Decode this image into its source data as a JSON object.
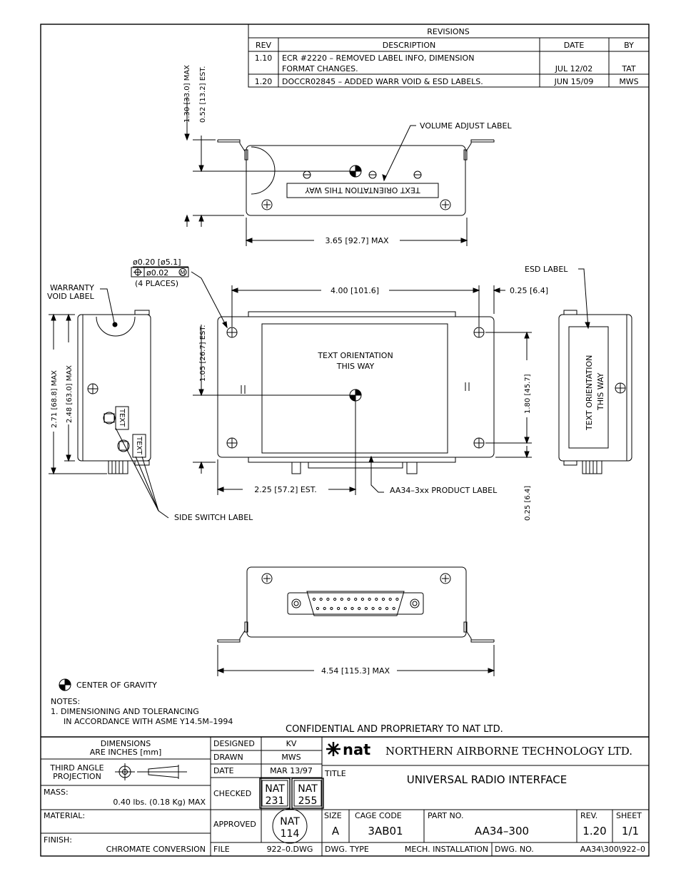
{
  "revisions": {
    "title": "REVISIONS",
    "headers": {
      "rev": "REV",
      "description": "DESCRIPTION",
      "date": "DATE",
      "by": "BY"
    },
    "rows": [
      {
        "rev": "1.10",
        "desc1": "ECR #2220 – REMOVED LABEL INFO, DIMENSION",
        "desc2": "FORMAT CHANGES.",
        "date": "JUL 12/02",
        "by": "TAT"
      },
      {
        "rev": "1.20",
        "desc1": "DOCCR02845 – ADDED WARR VOID & ESD LABELS.",
        "desc2": "",
        "date": "JUN 15/09",
        "by": "MWS"
      }
    ]
  },
  "top_view": {
    "dim_height_max": "1.30 [33.0] MAX",
    "dim_height_est": "0.52 [13.2] EST.",
    "volume_label": "VOLUME ADJUST LABEL",
    "text_orientation": "TEXT ORIENTATION THIS WAY",
    "dim_width": "3.65 [92.7] MAX"
  },
  "front_view": {
    "hole_dia": "ø0.20 [ø5.1]",
    "hole_tol": "ø0.02",
    "hole_tol_mod": "M",
    "hole_places": "(4 PLACES)",
    "dim_hole_spacing": "4.00 [101.6]",
    "dim_edge": "0.25 [6.4]",
    "dim_cg_height": "1.05 [26.7] EST.",
    "text_orientation_1": "TEXT ORIENTATION",
    "text_orientation_2": "THIS WAY",
    "dim_hole_vertical": "1.80 [45.7]",
    "dim_cg_x": "2.25 [57.2] EST.",
    "product_label": "AA34–3xx PRODUCT LABEL",
    "dim_bottom_edge": "0.25 [6.4]"
  },
  "left_view": {
    "warranty_1": "WARRANTY",
    "warranty_2": "VOID LABEL",
    "dim_total": "2.71 [68.8] MAX",
    "dim_body": "2.48 [63.0] MAX",
    "switch_text": "TEXT",
    "side_switch_label": "SIDE SWITCH LABEL"
  },
  "right_view": {
    "esd_label": "ESD LABEL",
    "text_1": "TEXT ORIENTATION",
    "text_2": "THIS WAY"
  },
  "bottom_view": {
    "dim_length": "4.54 [115.3] MAX"
  },
  "notes": {
    "cg_legend": "CENTER OF GRAVITY",
    "title": "NOTES:",
    "line1": "1. DIMENSIONING AND TOLERANCING",
    "line2": "IN ACCORDANCE WITH ASME Y14.5M–1994",
    "confidential": "CONFIDENTIAL AND PROPRIETARY TO NAT LTD."
  },
  "title_block": {
    "dimensions_1": "DIMENSIONS",
    "dimensions_2": "ARE INCHES [mm]",
    "projection_1": "THIRD ANGLE",
    "projection_2": "PROJECTION",
    "mass_label": "MASS:",
    "mass_value": "0.40 lbs. (0.18 Kg) MAX",
    "material_label": "MATERIAL:",
    "finish_label": "FINISH:",
    "finish_value": "CHROMATE CONVERSION",
    "designed_label": "DESIGNED",
    "designed_value": "KV",
    "drawn_label": "DRAWN",
    "drawn_value": "MWS",
    "date_label": "DATE",
    "date_value": "MAR 13/97",
    "checked_label": "CHECKED",
    "check1_a": "NAT",
    "check1_b": "231",
    "check2_a": "NAT",
    "check2_b": "255",
    "approved_label": "APPROVED",
    "approved_a": "NAT",
    "approved_b": "114",
    "file_label": "FILE",
    "file_value": "922–0.DWG",
    "logo": "nat",
    "company": "NORTHERN AIRBORNE TECHNOLOGY LTD.",
    "title_label": "TITLE",
    "title_value": "UNIVERSAL RADIO INTERFACE",
    "size_label": "SIZE",
    "size_value": "A",
    "cage_label": "CAGE CODE",
    "cage_value": "3AB01",
    "part_label": "PART NO.",
    "part_value": "AA34–300",
    "rev_label": "REV.",
    "rev_value": "1.20",
    "sheet_label": "SHEET",
    "sheet_value": "1/1",
    "dwg_type_label": "DWG. TYPE",
    "dwg_type_value": "MECH. INSTALLATION",
    "dwg_no_label": "DWG. NO.",
    "dwg_no_value": "AA34\\300\\922–0"
  }
}
